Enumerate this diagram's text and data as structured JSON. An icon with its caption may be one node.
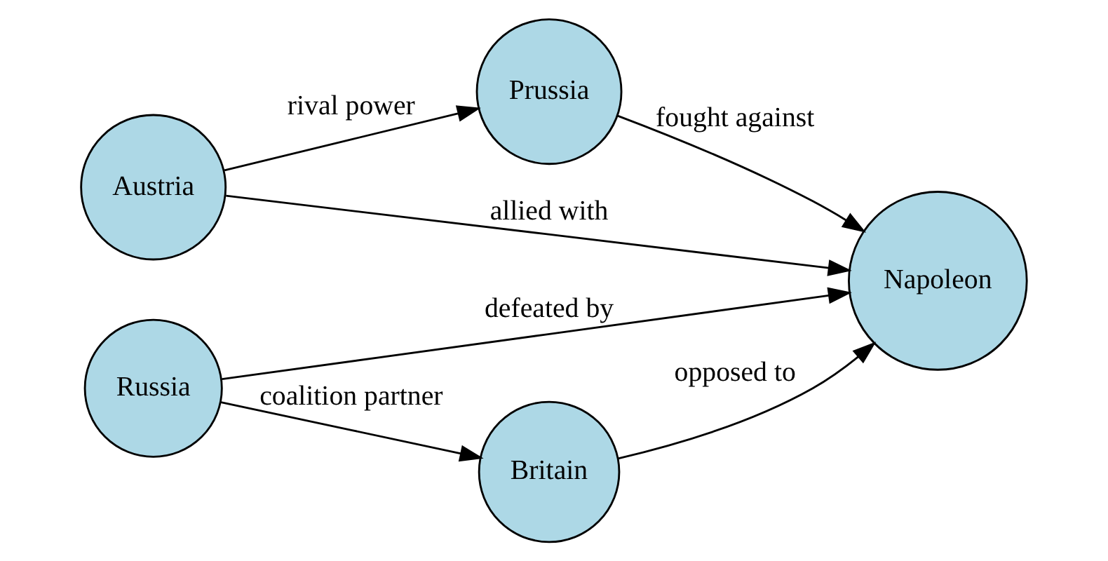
{
  "diagram": {
    "nodes": [
      {
        "text": [
          "Austria"
        ]
      },
      {
        "text": [
          "Prussia"
        ]
      },
      {
        "text": [
          "Napoleon"
        ]
      },
      {
        "text": [
          "Britain"
        ]
      },
      {
        "text": [
          "Russia"
        ]
      }
    ],
    "edges": [
      {
        "from": 0,
        "to": 1,
        "arrow": "to",
        "label": "rival power"
      },
      {
        "from": 0,
        "to": 2,
        "arrow": "to",
        "label": "allied with"
      },
      {
        "from": 1,
        "to": 2,
        "arrow": "to",
        "label": "fought against"
      },
      {
        "from": 4,
        "to": 3,
        "arrow": "to",
        "label": "coalition partner"
      },
      {
        "from": 4,
        "to": 2,
        "arrow": "to",
        "label": "defeated by"
      },
      {
        "from": 3,
        "to": 2,
        "arrow": "to",
        "label": "opposed to"
      }
    ]
  }
}
